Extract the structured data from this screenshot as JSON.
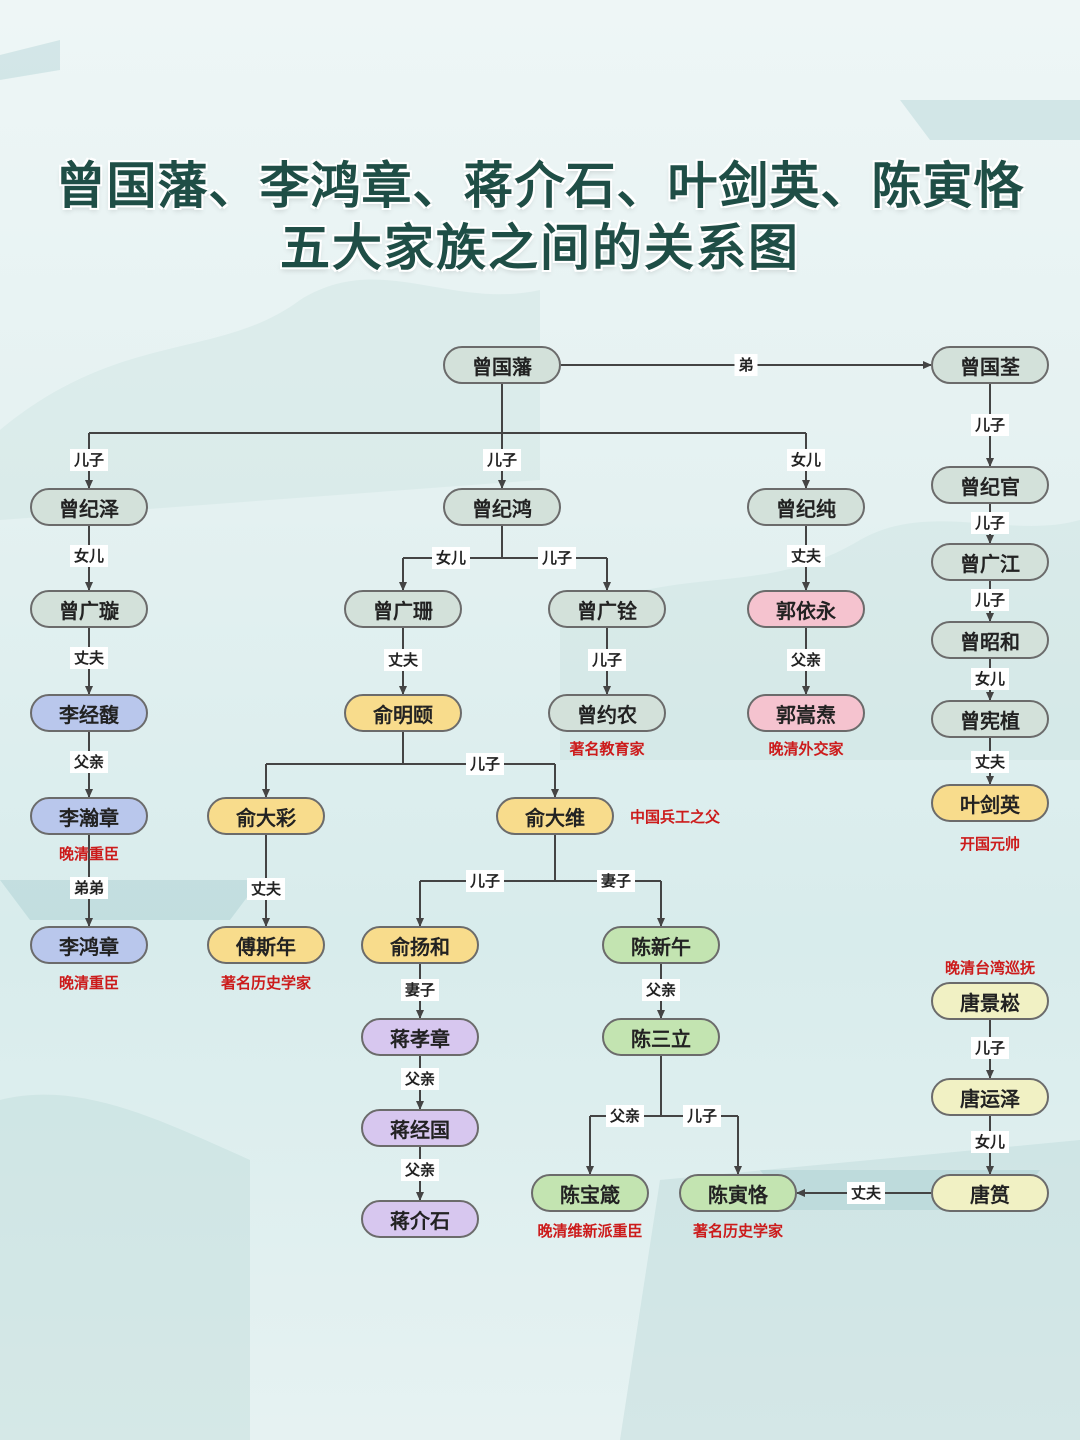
{
  "title": {
    "line1": "曾国藩、李鸿章、蒋介石、叶剑英、陈寅恪",
    "line2": "五大家族之间的关系图"
  },
  "nodes": [
    {
      "id": "zeng_guofan",
      "name": "曾国藩",
      "color": "gray"
    },
    {
      "id": "zeng_guoquan",
      "name": "曾国荃",
      "color": "gray"
    },
    {
      "id": "zeng_jize",
      "name": "曾纪泽",
      "color": "gray"
    },
    {
      "id": "zeng_jihong",
      "name": "曾纪鸿",
      "color": "gray"
    },
    {
      "id": "zeng_jichun",
      "name": "曾纪纯",
      "color": "gray"
    },
    {
      "id": "zeng_jiguan",
      "name": "曾纪官",
      "color": "gray"
    },
    {
      "id": "zeng_guangxuan",
      "name": "曾广璇",
      "color": "gray"
    },
    {
      "id": "zeng_guangshan",
      "name": "曾广珊",
      "color": "gray"
    },
    {
      "id": "zeng_guangquan",
      "name": "曾广铨",
      "color": "gray"
    },
    {
      "id": "guo_yiyong",
      "name": "郭依永",
      "color": "pink"
    },
    {
      "id": "zeng_guangjiang",
      "name": "曾广江",
      "color": "gray"
    },
    {
      "id": "zeng_zhaohe",
      "name": "曾昭和",
      "color": "gray"
    },
    {
      "id": "li_jingfu",
      "name": "李经馥",
      "color": "blue"
    },
    {
      "id": "yu_mingyi",
      "name": "俞明颐",
      "color": "yellow"
    },
    {
      "id": "zeng_yuenong",
      "name": "曾约农",
      "color": "gray"
    },
    {
      "id": "guo_songtao",
      "name": "郭嵩焘",
      "color": "pink"
    },
    {
      "id": "zeng_xianzhi",
      "name": "曾宪植",
      "color": "gray"
    },
    {
      "id": "li_hanzhang",
      "name": "李瀚章",
      "color": "blue"
    },
    {
      "id": "yu_dacai",
      "name": "俞大彩",
      "color": "yellow"
    },
    {
      "id": "yu_dawei",
      "name": "俞大维",
      "color": "yellow"
    },
    {
      "id": "ye_jianying",
      "name": "叶剑英",
      "color": "yellow"
    },
    {
      "id": "li_hongzhang",
      "name": "李鸿章",
      "color": "blue"
    },
    {
      "id": "fu_sinian",
      "name": "傅斯年",
      "color": "yellow"
    },
    {
      "id": "yu_yanghe",
      "name": "俞扬和",
      "color": "yellow"
    },
    {
      "id": "chen_xinwu",
      "name": "陈新午",
      "color": "green"
    },
    {
      "id": "tang_jingsong",
      "name": "唐景崧",
      "color": "cream"
    },
    {
      "id": "jiang_xiaozhang",
      "name": "蒋孝章",
      "color": "purple"
    },
    {
      "id": "chen_sanli",
      "name": "陈三立",
      "color": "green"
    },
    {
      "id": "tang_yunze",
      "name": "唐运泽",
      "color": "cream"
    },
    {
      "id": "jiang_jingguo",
      "name": "蒋经国",
      "color": "purple"
    },
    {
      "id": "chen_baozhen",
      "name": "陈宝箴",
      "color": "green"
    },
    {
      "id": "chen_yinke",
      "name": "陈寅恪",
      "color": "green"
    },
    {
      "id": "tang_yun",
      "name": "唐筼",
      "color": "cream"
    },
    {
      "id": "jiang_jieshi",
      "name": "蒋介石",
      "color": "purple"
    }
  ],
  "edge_labels": {
    "di": "弟",
    "erzi": "儿子",
    "nver": "女儿",
    "zhangfu": "丈夫",
    "fuqin": "父亲",
    "didi": "弟弟",
    "qizi": "妻子"
  },
  "notes": {
    "zeng_yuenong": "著名教育家",
    "guo_songtao": "晚清外交家",
    "li_hanzhang": "晚清重臣",
    "yu_dawei": "中国兵工之父",
    "ye_jianying": "开国元帅",
    "li_hongzhang": "晚清重臣",
    "fu_sinian": "著名历史学家",
    "tang_jingsong": "晚清台湾巡抚",
    "chen_baozhen": "晚清维新派重臣",
    "chen_yinke": "著名历史学家"
  },
  "colors": {
    "gray": "#d3e1da",
    "blue": "#b9c7ec",
    "yellow": "#f8dc8c",
    "green": "#c3e4b1",
    "purple": "#d7c7ef",
    "pink": "#f5c3cf",
    "cream": "#f1f1c4",
    "title": "#1f4e46",
    "note": "#cc1b1b"
  }
}
